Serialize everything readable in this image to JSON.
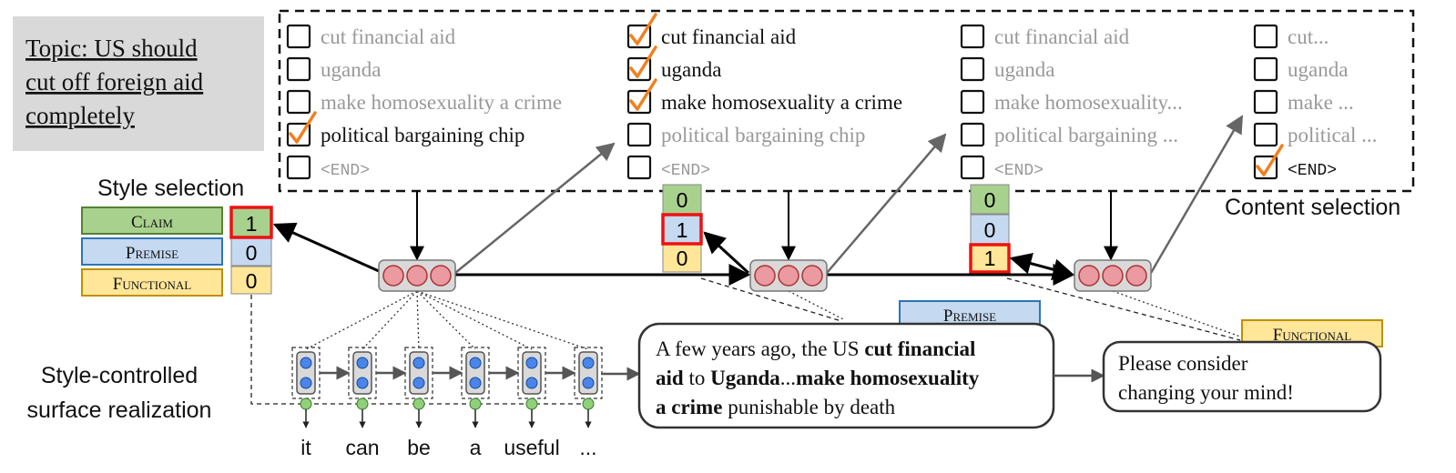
{
  "topic": {
    "lines": [
      "Topic: US should",
      "cut off foreign aid",
      "completely"
    ]
  },
  "labels": {
    "style_selection": "Style selection",
    "content_selection": "Content selection",
    "realization_line1": "Style-controlled",
    "realization_line2": "surface realization"
  },
  "styles": {
    "claim": "Claim",
    "premise": "Premise",
    "functional": "Functional"
  },
  "style_values": {
    "first": [
      "1",
      "0",
      "0"
    ],
    "second": [
      "0",
      "1",
      "0"
    ],
    "third": [
      "0",
      "0",
      "1"
    ]
  },
  "content_columns": [
    {
      "items": [
        {
          "text": "cut financial aid",
          "checked": false
        },
        {
          "text": "uganda",
          "checked": false
        },
        {
          "text": "make homosexuality a crime",
          "checked": false
        },
        {
          "text": "political bargaining chip",
          "checked": true
        },
        {
          "text": "<END>",
          "checked": false
        }
      ]
    },
    {
      "items": [
        {
          "text": "cut financial aid",
          "checked": true
        },
        {
          "text": "uganda",
          "checked": true
        },
        {
          "text": "make homosexuality a crime",
          "checked": true
        },
        {
          "text": "political bargaining chip",
          "checked": false
        },
        {
          "text": "<END>",
          "checked": false
        }
      ]
    },
    {
      "items": [
        {
          "text": "cut financial aid",
          "checked": false
        },
        {
          "text": "uganda",
          "checked": false
        },
        {
          "text": "make homosexuality...",
          "checked": false
        },
        {
          "text": "political bargaining ...",
          "checked": false
        },
        {
          "text": "<END>",
          "checked": false
        }
      ]
    },
    {
      "items": [
        {
          "text": "cut...",
          "checked": false
        },
        {
          "text": "uganda",
          "checked": false
        },
        {
          "text": "make ...",
          "checked": false
        },
        {
          "text": "political ...",
          "checked": false
        },
        {
          "text": "<END>",
          "checked": true
        }
      ]
    }
  ],
  "premise_tag": "Premise",
  "functional_tag": "Functional",
  "premise_sentence": {
    "l1_a": "A few years ago, the US ",
    "l1_b": "cut financial",
    "l2_a": "aid",
    "l2_b": " to ",
    "l2_c": "Uganda",
    "l2_d": "...",
    "l2_e": "make homosexuality",
    "l3_a": "a crime",
    "l3_b": " punishable by death"
  },
  "functional_sentence": {
    "l1": "Please consider",
    "l2": "changing your mind!"
  },
  "tokens": [
    "it",
    "can",
    "be",
    "a",
    "useful",
    "..."
  ],
  "colors": {
    "claim_fill": "#a9d18e",
    "premise_fill": "#c5d9f1",
    "functional_fill": "#ffe699",
    "claim_border": "#548235",
    "premise_border": "#2e75b6",
    "functional_border": "#bf9000",
    "highlight": "#ee1111",
    "check": "#f08020",
    "gray_text": "#999999",
    "node_red": "#ea9aa0",
    "token_blue": "#4a86e8",
    "token_green": "#8fd17a",
    "topic_bg": "#d9d9d9"
  }
}
